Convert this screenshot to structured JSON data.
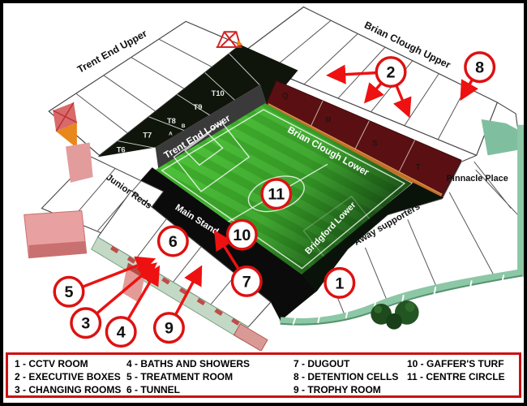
{
  "stadium": {
    "stand_labels": {
      "trent_end_upper": "Trent End Upper",
      "trent_end_lower": "Trent End Lower",
      "brian_clough_upper": "Brian Clough Upper",
      "brian_clough_lower": "Brian Clough Lower",
      "main_stand": "Main Stand",
      "junior_reds": "Junior Reds",
      "bridgford_lower": "Bridgford Lower",
      "away_supporters": "Away supporters",
      "pinnacle_place": "Pinnacle Place"
    },
    "sections": {
      "trent_end": [
        "T6",
        "T7",
        "T8",
        "T9",
        "T10"
      ],
      "t8_rows": [
        "A",
        "B"
      ],
      "brian_clough": [
        "Q",
        "R",
        "S",
        "T"
      ]
    },
    "markers": [
      "1",
      "2",
      "3",
      "4",
      "5",
      "6",
      "7",
      "8",
      "9",
      "10",
      "11"
    ]
  },
  "legend": {
    "columns": [
      {
        "items": [
          "1 - CCTV ROOM",
          "2 - EXECUTIVE BOXES",
          "3 - CHANGING ROOMS"
        ]
      },
      {
        "items": [
          "4 - BATHS AND SHOWERS",
          "5 - TREATMENT ROOM",
          "6 - TUNNEL"
        ]
      },
      {
        "items": [
          "7 - DUGOUT",
          "8 - DETENTION CELLS",
          "9 - TROPHY ROOM"
        ]
      },
      {
        "items": [
          "10 - GAFFER'S TURF",
          "11 - CENTRE CIRCLE"
        ]
      }
    ]
  },
  "colors": {
    "marker_ring": "#dd1111",
    "arrow": "#ee1111",
    "legend_border": "#cc1111",
    "pitch_green": "#3fae2c",
    "pitch_stripe": "#4cc039",
    "maroon_stand": "#5a1013",
    "orange_stripe": "#c2702a",
    "dark_stand": "#10150c",
    "teal_wall": "#8cc7a6"
  }
}
